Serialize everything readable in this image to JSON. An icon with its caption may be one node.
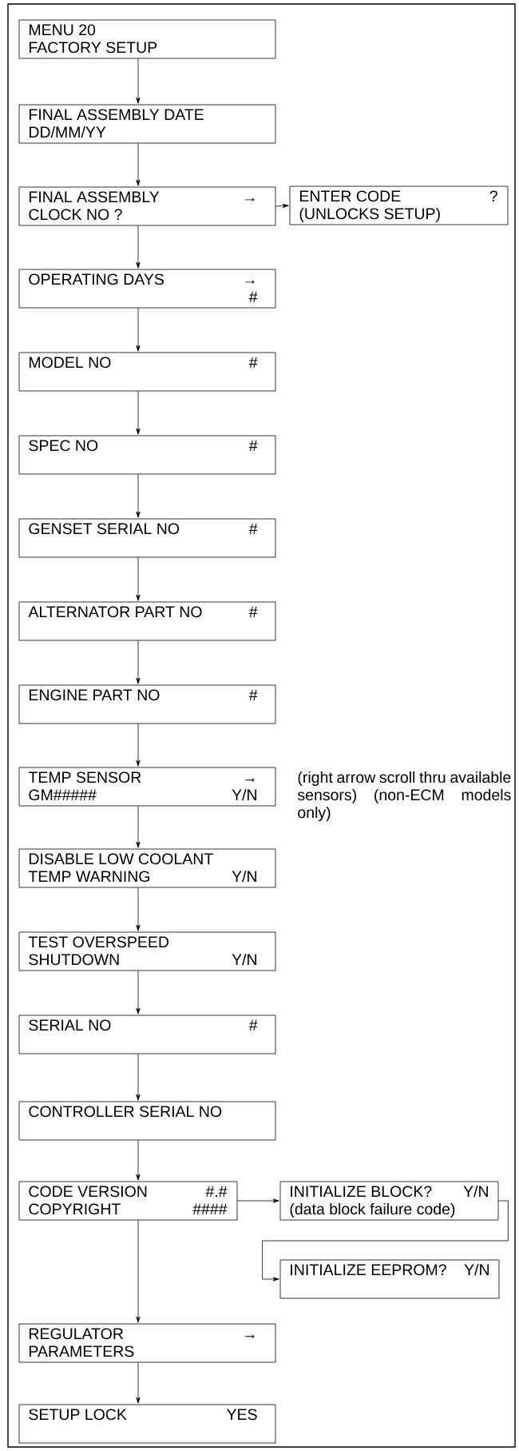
{
  "diagram": {
    "nodes": [
      {
        "text": [
          "MENU 20",
          "FACTORY SETUP"
        ]
      },
      {
        "text": [
          "FINAL ASSEMBLY DATE",
          "DD/MM/YY"
        ]
      },
      {
        "text": [
          "FINAL ASSEMBLY CLOCK NO ?",
          "→"
        ]
      },
      {
        "text": [
          "ENTER CODE",
          "?",
          "(UNLOCKS SETUP)"
        ]
      },
      {
        "text": [
          "OPERATING DAYS",
          "→",
          "#"
        ]
      },
      {
        "text": [
          "MODEL NO",
          "#"
        ]
      },
      {
        "text": [
          "SPEC NO",
          "#"
        ]
      },
      {
        "text": [
          "GENSET SERIAL NO",
          "#"
        ]
      },
      {
        "text": [
          "ALTERNATOR PART NO",
          "#"
        ]
      },
      {
        "text": [
          "ENGINE PART NO",
          "#"
        ]
      },
      {
        "text": [
          "TEMP SENSOR",
          "→",
          "GM#####",
          "Y/N"
        ],
        "beside": [
          "(right arrow scroll thru available sensors) (non-ECM models only)"
        ]
      },
      {
        "text": [
          "DISABLE LOW COOLANT TEMP WARNING",
          "Y/N"
        ]
      },
      {
        "text": [
          "TEST OVERSPEED SHUTDOWN",
          "Y/N"
        ]
      },
      {
        "text": [
          "SERIAL NO",
          "#"
        ]
      },
      {
        "text": [
          "CONTROLLER SERIAL NO"
        ]
      },
      {
        "text": [
          "CODE VERSION",
          "#.#",
          "COPYRIGHT",
          "####"
        ]
      },
      {
        "text": [
          "INITIALIZE BLOCK?",
          "Y/N",
          "(data block failure code)"
        ]
      },
      {
        "text": [
          "INITIALIZE EEPROM?",
          "Y/N"
        ]
      },
      {
        "text": [
          "REGULATOR PARAMETERS",
          "→"
        ]
      },
      {
        "text": [
          "SETUP LOCK",
          "YES"
        ]
      }
    ],
    "edges": [
      {
        "from": 0,
        "to": 1,
        "arrow": "to"
      },
      {
        "from": 1,
        "to": 2,
        "arrow": "to"
      },
      {
        "from": 2,
        "to": 3,
        "arrow": "to"
      },
      {
        "from": 2,
        "to": 4,
        "arrow": "to"
      },
      {
        "from": 4,
        "to": 5,
        "arrow": "to"
      },
      {
        "from": 5,
        "to": 6,
        "arrow": "to"
      },
      {
        "from": 6,
        "to": 7,
        "arrow": "to"
      },
      {
        "from": 7,
        "to": 8,
        "arrow": "to"
      },
      {
        "from": 8,
        "to": 9,
        "arrow": "to"
      },
      {
        "from": 9,
        "to": 10,
        "arrow": "to"
      },
      {
        "from": 10,
        "to": 11,
        "arrow": "to"
      },
      {
        "from": 11,
        "to": 12,
        "arrow": "to"
      },
      {
        "from": 12,
        "to": 13,
        "arrow": "to"
      },
      {
        "from": 13,
        "to": 14,
        "arrow": "to"
      },
      {
        "from": 14,
        "to": 15,
        "arrow": "to"
      },
      {
        "from": 15,
        "to": 16,
        "arrow": "to"
      },
      {
        "from": 16,
        "to": 17,
        "arrow": "to"
      },
      {
        "from": 15,
        "to": 18,
        "arrow": "to"
      },
      {
        "from": 18,
        "to": 19,
        "arrow": "to"
      }
    ]
  }
}
